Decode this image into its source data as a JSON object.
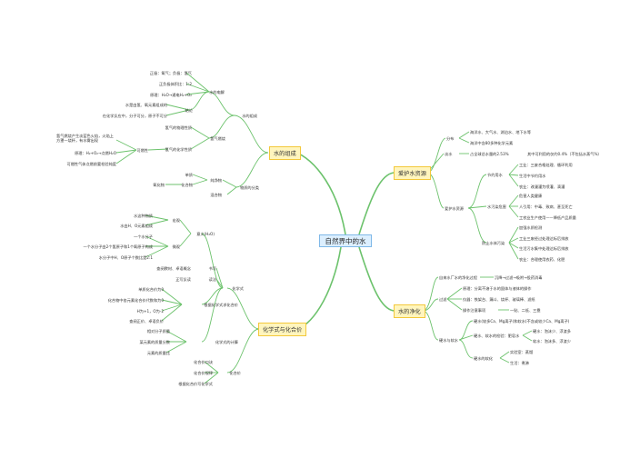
{
  "root": "自然界中的水",
  "branches": {
    "composition": {
      "label": "水的组成",
      "sub": {
        "comp": {
          "label": "水的组成",
          "electrolysis": {
            "label": "水的电解",
            "items": [
              "正极：氧气；负极：氢气",
              "正负极体积比：1:2",
              "原理：H₂O→通电H₂+O₂"
            ],
            "conclusion": {
              "label": "结论",
              "items": [
                "水是由氢、氧元素组成的",
                "在化学反应中，分子可分，原子不可分"
              ]
            }
          },
          "hydrogen": {
            "label": "氢气燃烧",
            "physical": "氢气的物理性质",
            "chemical": "氢气的化学性质",
            "flammable": {
              "label": "可燃性",
              "items": [
                "氢气燃烧产生淡蓝色火焰，火焰上方罩一烧杯，有水雾出现",
                "原理：H₂+O₂→点燃H₂O",
                "可燃性气体点燃前要检验纯度"
              ]
            }
          }
        },
        "classification": {
          "label": "物质的分类",
          "pure": {
            "label": "纯净物",
            "element": "单质",
            "compound": "化合物",
            "oxide": "氧化物"
          },
          "mixture": "混合物"
        }
      }
    },
    "formula": {
      "label": "化学式与化合价",
      "sub": {
        "chemformula": {
          "label": "化学式",
          "meaning": {
            "label": "意义(H₂O)",
            "macro": {
              "label": "宏观",
              "items": [
                "水这种物质",
                "水由H、O元素组成"
              ]
            },
            "micro": {
              "label": "微观",
              "items": [
                "一个水分子",
                "一个水分子由2个氢原子和1个氧原子构成",
                "水分子中H、O原子个数比是2:1"
              ]
            }
          },
          "writing": {
            "label": "书写",
            "text": "查阅教材、卓语概念"
          },
          "reading": {
            "label": "读法",
            "text": "正写反读"
          },
          "valence": {
            "label": "根据化学式求化合价",
            "items": [
              "单质化合价为0",
              "化合物中各元素化合价代数和为0",
              "H为+1，O为-2",
              "查阅正价、卓语负价"
            ]
          },
          "calc": {
            "label": "化学式的计算",
            "items": [
              "相对分子质量",
              "某元素的质量分数",
              "元素的质量比"
            ]
          }
        },
        "valencesub": {
          "label": "化合价",
          "items": [
            "化合价口诀",
            "化合价规律",
            "根据化合价写化学式"
          ]
        }
      }
    },
    "protect": {
      "label": "爱护水资源",
      "distribution": {
        "label": "分布",
        "items": [
          "海洋水、大气水、湖泊水、地下水等",
          "海洋中含80多种化学元素"
        ]
      },
      "freshwater": {
        "label": "淡水",
        "text": "占全球总水量的2.53%",
        "note": "其中可利用的仅约0.4%（不包括水蒸气%）"
      },
      "love": {
        "label": "爱护水资源",
        "save": {
          "label": "节约用水",
          "items": [
            "工业：三废合格处理、循环利用",
            "生活中节约用水",
            "农业：改漫灌为喷灌、滴灌"
          ]
        },
        "pollution": {
          "label": "水污染危害",
          "items": [
            "危害人类健康",
            "人引用：中毒、致病、甚至死亡",
            "工农业生产使用——降低产品质量"
          ]
        },
        "prevent": {
          "label": "防止水体污染",
          "items": [
            "加强水质检测",
            "工业三废经过处理达标后排放",
            "生活污水集中处理达标后排放",
            "农业：合理使用农药、化肥"
          ]
        }
      }
    },
    "purify": {
      "label": "水的净化",
      "factory": {
        "label": "自来水厂水的净化过程",
        "text": "沉降→过滤→吸附→投药消毒"
      },
      "filter": {
        "label": "过滤",
        "items": [
          "原理：分离不溶于水的固体与液体的操作",
          "仪器：铁架台、漏斗、烧杯、玻璃棒、滤纸",
          "操作注意事项"
        ],
        "note": "一贴、二低、三靠"
      },
      "hard": {
        "label": "硬水与软水",
        "def": "硬水(较多Ca、Mg离子)和软水(不含或较少Ca、Mg离子)",
        "distinguish": {
          "label": "硬水、软水的检验：肥皂水",
          "hard": "硬水：泡沫少、浮渣多",
          "soft": "软水：泡沫多、浮渣少"
        },
        "soften": {
          "label": "硬水的软化",
          "items": [
            "实验室：蒸馏",
            "生活：煮沸"
          ]
        }
      }
    }
  }
}
